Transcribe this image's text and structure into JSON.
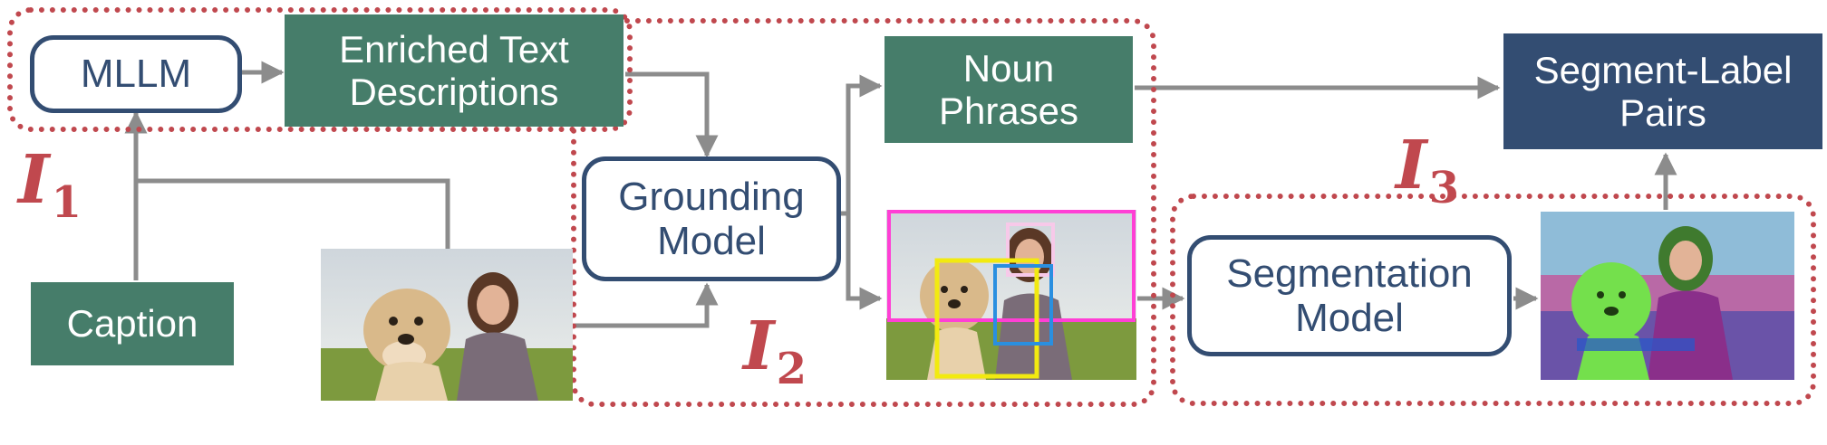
{
  "nodes": {
    "mllm": "MLLM",
    "enriched_line1": "Enriched Text",
    "enriched_line2": "Descriptions",
    "noun_line1": "Noun",
    "noun_line2": "Phrases",
    "segment_pairs_line1": "Segment-Label",
    "segment_pairs_line2": "Pairs",
    "grounding_line1": "Grounding",
    "grounding_line2": "Model",
    "segmentation_line1": "Segmentation",
    "segmentation_line2": "Model",
    "caption": "Caption"
  },
  "stage_labels": [
    {
      "letter": "I",
      "index": "1"
    },
    {
      "letter": "I",
      "index": "2"
    },
    {
      "letter": "I",
      "index": "3"
    }
  ],
  "colors": {
    "filled_green": "#467d6a",
    "filled_navy": "#334d72",
    "outline_navy": "#334d72",
    "group_red": "#c0484e",
    "arrow_gray": "#8c8c8c",
    "bbox_magenta": "#ff3fd5",
    "bbox_yellow": "#f2ea10",
    "bbox_blue": "#2a8fe0",
    "bbox_pink": "#f7c9e9"
  }
}
